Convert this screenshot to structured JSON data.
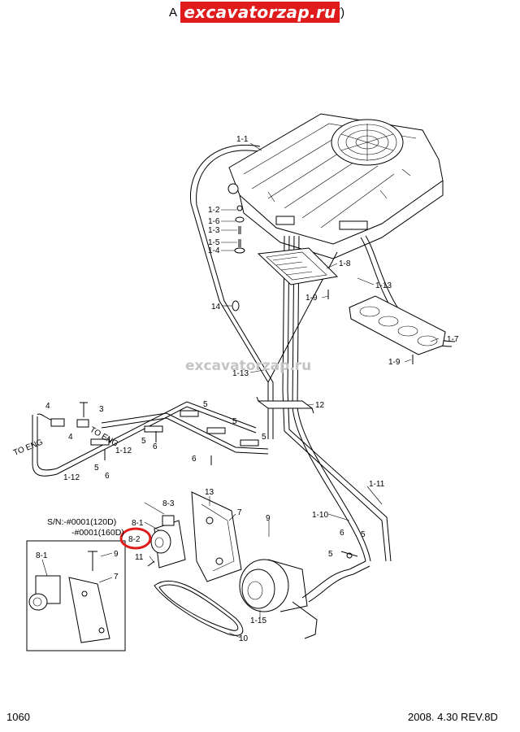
{
  "header": {
    "title_prefix": "A",
    "title_suffix": "T)",
    "banner_text": "excavatorzap.ru"
  },
  "watermark": "excavatorzap.ru",
  "serial_note": {
    "line1": "S/N:-#0001(120D)",
    "line2": "-#0001(160D)"
  },
  "footer": {
    "page_number": "1060",
    "revision": "2008. 4.30  REV.8D"
  },
  "highlight_color": "#e01b1b",
  "callouts": {
    "c_1_1": "1-1",
    "c_1_2": "1-2",
    "c_1_6": "1-6",
    "c_1_3": "1-3",
    "c_1_5": "1-5",
    "c_1_4": "1-4",
    "c_1_8": "1-8",
    "c_1_9a": "1-9",
    "c_1_13a": "1-13",
    "c_14": "14",
    "c_1_7": "1-7",
    "c_1_9b": "1-9",
    "c_1_13b": "1-13",
    "c_4a": "4",
    "c_3": "3",
    "c_4b": "4",
    "c_to_eng_a": "TO ENG",
    "c_to_eng_b": "TO ENG",
    "c_1_12a": "1-12",
    "c_1_12b": "1-12",
    "c_5a": "5",
    "c_6a": "6",
    "c_5b": "5",
    "c_6b": "6",
    "c_5c": "5",
    "c_5d": "5",
    "c_5e": "5",
    "c_6c": "6",
    "c_12": "12",
    "c_1_11": "1-11",
    "c_1_10": "1-10",
    "c_8_3": "8-3",
    "c_8_1a": "8-1",
    "c_8_2": "8-2",
    "c_11": "11",
    "c_13": "13",
    "c_7a": "7",
    "c_9a": "9",
    "c_6d": "6",
    "c_5f": "5",
    "c_5g": "5",
    "c_1_15": "1-15",
    "c_10": "10",
    "c_8_1b": "8-1",
    "c_9b": "9",
    "c_7b": "7"
  }
}
